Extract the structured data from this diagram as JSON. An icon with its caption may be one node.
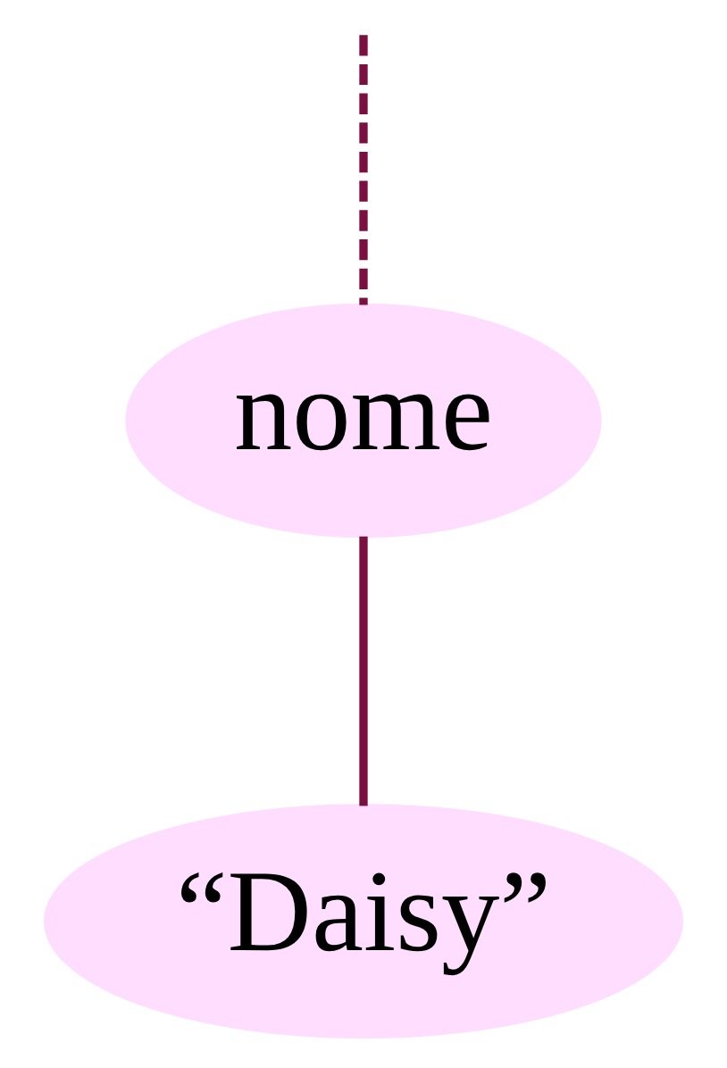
{
  "diagram": {
    "nodes": [
      {
        "text": [
          "nome"
        ]
      },
      {
        "text": [
          "“Daisy”"
        ]
      }
    ],
    "edges": [
      {
        "from": null,
        "to": 0,
        "arrow": "none",
        "style": "dashed",
        "color": "#7a1040"
      },
      {
        "from": 0,
        "to": 1,
        "arrow": "none",
        "color": "#7a1040"
      }
    ]
  }
}
